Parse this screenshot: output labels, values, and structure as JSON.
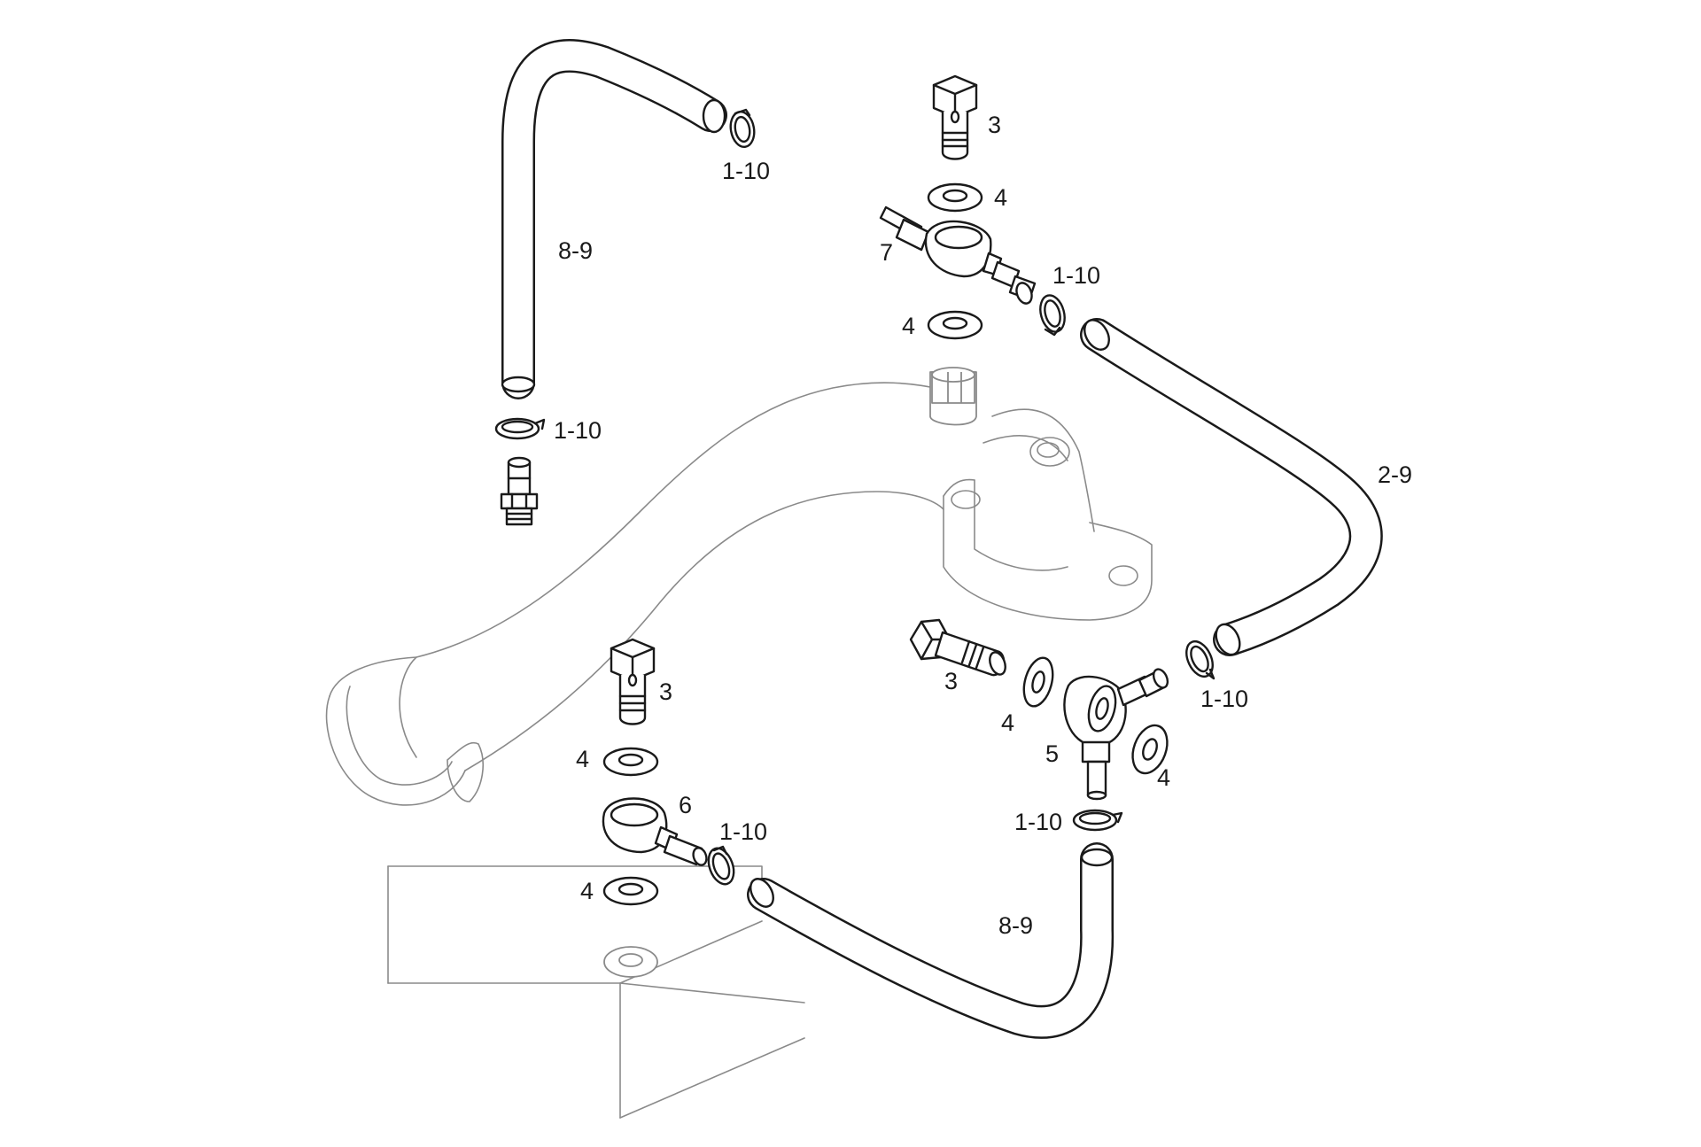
{
  "callouts": {
    "hose_top_left": "8-9",
    "clip_top_left": "1-10",
    "clip_left_fitting": "1-10",
    "bolt_top": "3",
    "washer_top_upper": "4",
    "banjo_top": "7",
    "washer_top_lower": "4",
    "clip_top_right": "1-10",
    "hose_right": "2-9",
    "bolt_middle": "3",
    "washer_middle": "4",
    "banjo_right": "5",
    "washer_right": "4",
    "clip_right_upper": "1-10",
    "clip_right_lower": "1-10",
    "bolt_bottom": "3",
    "washer_bottom_upper": "4",
    "banjo_bottom": "6",
    "clip_bottom": "1-10",
    "washer_bottom_lower": "4",
    "hose_bottom": "8-9"
  }
}
